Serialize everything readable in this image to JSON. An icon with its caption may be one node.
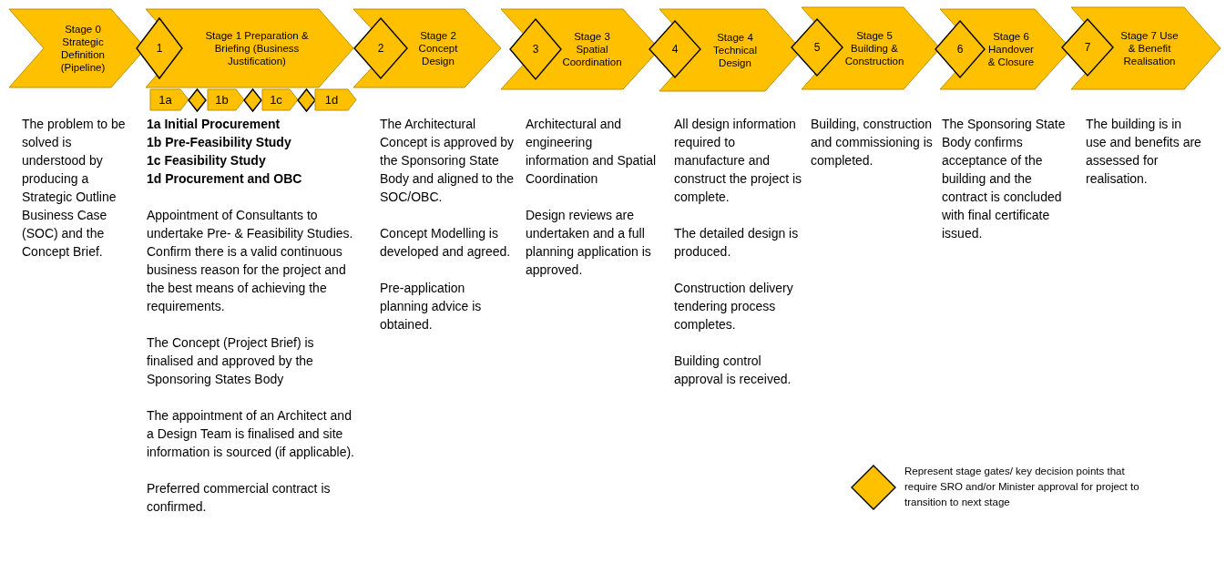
{
  "diagram": {
    "nodes": [
      {
        "text": [
          "Stage 0 Strategic Definition (Pipeline)"
        ],
        "beside": [
          "The problem to be solved is understood by producing a Strategic Outline Business Case (SOC) and the Concept Brief."
        ]
      },
      {
        "text": [
          "1"
        ]
      },
      {
        "text": [
          "Stage 1 Preparation & Briefing (Business Justification)"
        ],
        "beside": [
          "1a Initial Procurement",
          "1b Pre-Feasibility Study",
          "1c Feasibility Study",
          "1d Procurement and OBC",
          "Appointment of Consultants to undertake Pre- & Feasibility Studies.",
          "Confirm there is a valid continuous business reason for the project and the best means of achieving the requirements.",
          "The Concept (Project Brief) is finalised and approved by the Sponsoring States Body",
          "The appointment of an Architect and a Design Team is finalised and site information is sourced (if applicable).",
          "Preferred commercial contract is confirmed."
        ]
      },
      {
        "text": [
          "2"
        ]
      },
      {
        "text": [
          "Stage 2 Concept Design"
        ],
        "beside": [
          "The Architectural Concept is approved by the Sponsoring State Body and aligned to the SOC/OBC.",
          "Concept Modelling is developed and agreed.",
          "Pre-application planning advice is obtained."
        ]
      },
      {
        "text": [
          "3"
        ]
      },
      {
        "text": [
          "Stage 3 Spatial Coordination"
        ],
        "beside": [
          "Architectural and engineering information and Spatial Coordination",
          "Design reviews are undertaken and a full planning application is approved."
        ]
      },
      {
        "text": [
          "4"
        ]
      },
      {
        "text": [
          "Stage 4 Technical Design"
        ],
        "beside": [
          "All design information required to manufacture and construct the project is complete.",
          "The detailed design is produced.",
          "Construction delivery tendering process completes.",
          "Building control approval is received."
        ]
      },
      {
        "text": [
          "5"
        ]
      },
      {
        "text": [
          "Stage 5 Building & Construction"
        ],
        "beside": [
          "Building, construction and commissioning is completed."
        ]
      },
      {
        "text": [
          "6"
        ]
      },
      {
        "text": [
          "Stage 6 Handover & Closure"
        ],
        "beside": [
          "The Sponsoring State Body confirms acceptance of the building and the contract is concluded with final certificate issued."
        ]
      },
      {
        "text": [
          "7"
        ]
      },
      {
        "text": [
          "Stage 7 Use & Benefit Realisation"
        ],
        "beside": [
          "The building is in use and benefits are assessed for realisation."
        ]
      },
      {
        "text": [
          "1a"
        ]
      },
      {
        "text": [],
        "shape": "diamond"
      },
      {
        "text": [
          "1b"
        ]
      },
      {
        "text": [],
        "shape": "diamond"
      },
      {
        "text": [
          "1c"
        ]
      },
      {
        "text": [],
        "shape": "diamond"
      },
      {
        "text": [
          "1d"
        ]
      }
    ],
    "edges": [],
    "legend": [
      {
        "text": "Represent stage gates/ key decision points that require SRO and/or Minister approval for project to transition to next stage"
      }
    ]
  }
}
